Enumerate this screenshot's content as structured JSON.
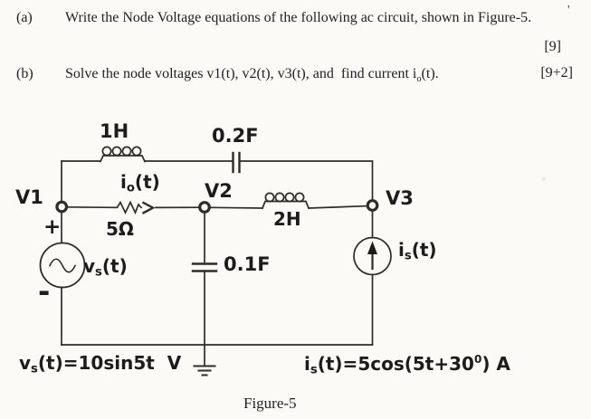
{
  "questions": {
    "a": {
      "label": "(a)",
      "text": "Write the Node Voltage equations of the following ac circuit, shown in Figure-5.",
      "marks": "[9]",
      "stray_mark": "'"
    },
    "b": {
      "label": "(b)",
      "text_before_sub": "Solve the node voltages v1(t), v2(t), v3(t), and  find current i",
      "sub": "o",
      "text_after_sub": "(t).",
      "marks": "[9+2]"
    }
  },
  "circuit": {
    "labels": {
      "inductor_top": "1H",
      "capacitor_top": "0.2F",
      "node_v1": "V1",
      "node_v2": "V2",
      "node_v3": "V3",
      "resistor": "5Ω",
      "inductor_right": "2H",
      "capacitor_mid": "0.1F",
      "io_current": {
        "base": "i",
        "sub": "o",
        "rest": "(t)"
      },
      "vs_source": {
        "base": "v",
        "sub": "s",
        "rest": "(t)"
      },
      "is_source": {
        "base": "i",
        "sub": "s",
        "rest": "(t)"
      },
      "plus": "+",
      "minus": "-"
    },
    "equations": {
      "vs": {
        "base": "v",
        "sub": "s",
        "rest": "(t)=10sin5t  V"
      },
      "is": {
        "base": "i",
        "sub": "s",
        "mid": "(t)=5cos(5t+30",
        "sup": "0",
        "end": ") A"
      }
    }
  },
  "caption": "Figure-5",
  "colors": {
    "ink": "#22211f",
    "circuit_ink": "#2e2c29",
    "paper": "#fbfaf7"
  }
}
